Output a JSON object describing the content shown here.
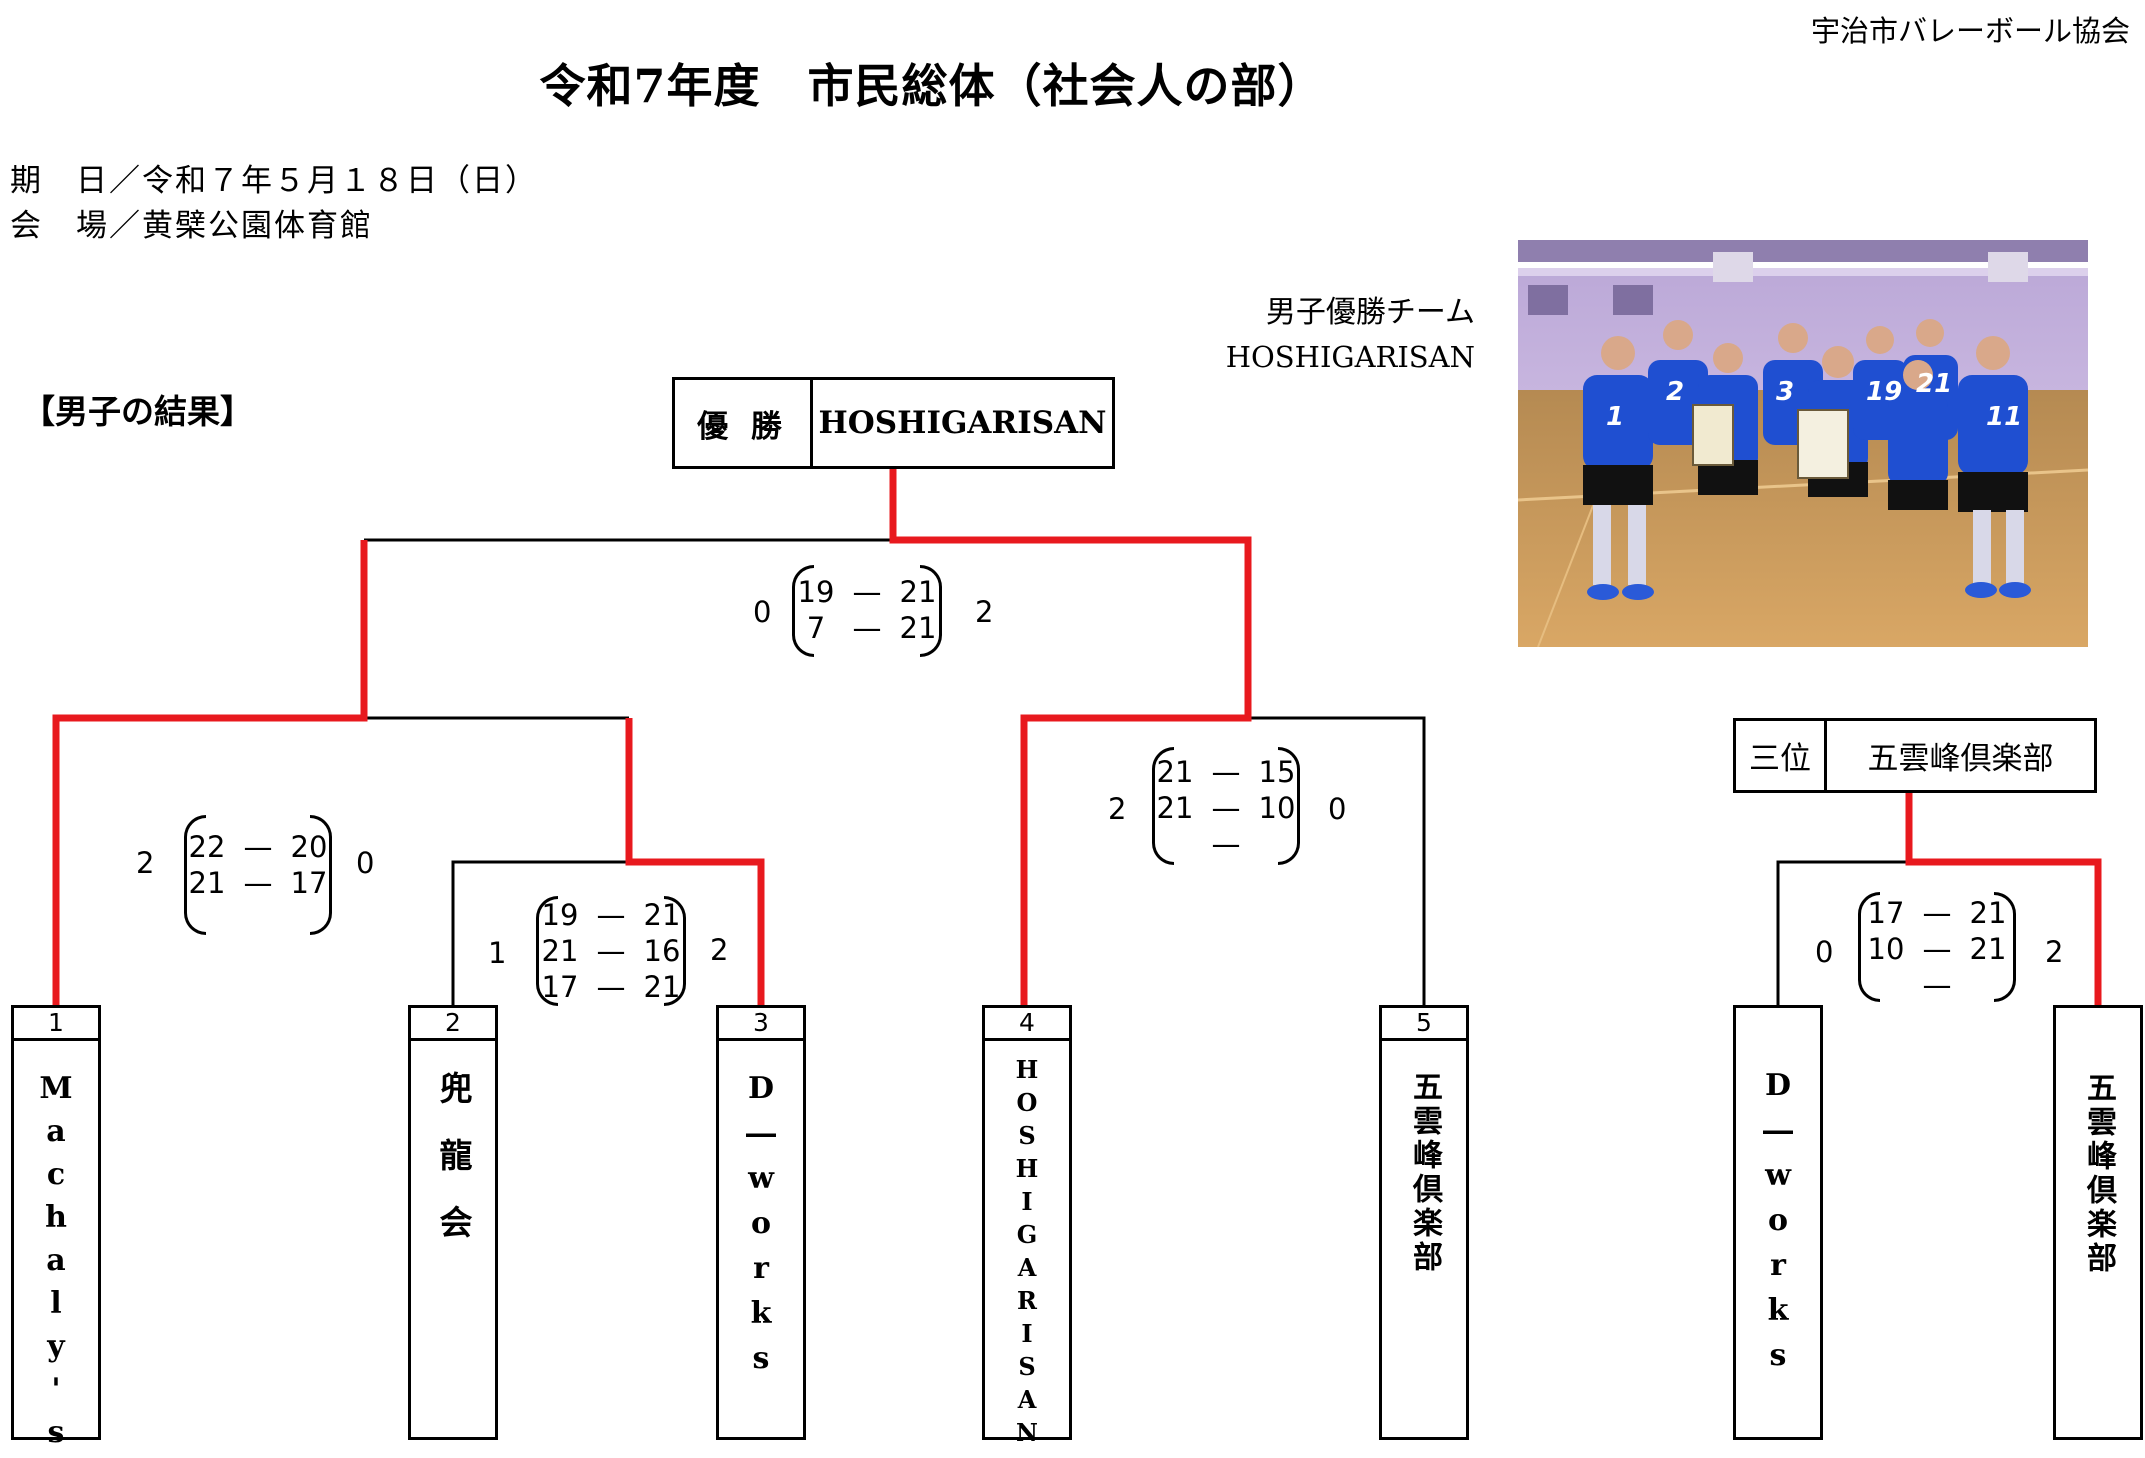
{
  "header": {
    "organization": "宇治市バレーボール協会",
    "title": "令和7年度　市民総体（社会人の部）",
    "date_line": "期　日／令和７年５月１８日（日）",
    "venue_line": "会　場／黄檗公園体育館"
  },
  "section_label": "【男子の結果】",
  "photo": {
    "caption_line1": "男子優勝チーム",
    "caption_line2": "HOSHIGARISAN",
    "description": "team-photo"
  },
  "champion": {
    "label": "優 勝",
    "team": "HOSHIGARISAN"
  },
  "third_place": {
    "label": "三位",
    "team": "五雲峰倶楽部"
  },
  "teams": [
    {
      "seed": "1",
      "name": "Machaly's"
    },
    {
      "seed": "2",
      "name": "兜龍会"
    },
    {
      "seed": "3",
      "name": "D―works"
    },
    {
      "seed": "4",
      "name": "HOSHIGARISAN"
    },
    {
      "seed": "5",
      "name": "五雲峰倶楽部"
    }
  ],
  "third_place_teams": [
    {
      "name": "D―works"
    },
    {
      "name": "五雲峰倶楽部"
    }
  ],
  "matches": {
    "m23": {
      "left_sets": "1",
      "right_sets": "2",
      "dash": "—",
      "sets": [
        {
          "a": "19",
          "b": "21"
        },
        {
          "a": "21",
          "b": "16"
        },
        {
          "a": "17",
          "b": "21"
        }
      ]
    },
    "m1": {
      "left_sets": "2",
      "right_sets": "0",
      "dash": "—",
      "sets": [
        {
          "a": "22",
          "b": "20"
        },
        {
          "a": "21",
          "b": "17"
        }
      ]
    },
    "m45": {
      "left_sets": "2",
      "right_sets": "0",
      "dash": "—",
      "sets": [
        {
          "a": "21",
          "b": "15"
        },
        {
          "a": "21",
          "b": "10"
        },
        {
          "a": "",
          "b": ""
        }
      ]
    },
    "final": {
      "left_sets": "0",
      "right_sets": "2",
      "dash": "—",
      "sets": [
        {
          "a": "19",
          "b": "21"
        },
        {
          "a": "7",
          "b": "21"
        }
      ]
    },
    "third": {
      "left_sets": "0",
      "right_sets": "2",
      "dash": "—",
      "sets": [
        {
          "a": "17",
          "b": "21"
        },
        {
          "a": "10",
          "b": "21"
        },
        {
          "a": "",
          "b": ""
        }
      ]
    }
  },
  "colors": {
    "winner_line": "#e8191e",
    "line": "#000000"
  }
}
